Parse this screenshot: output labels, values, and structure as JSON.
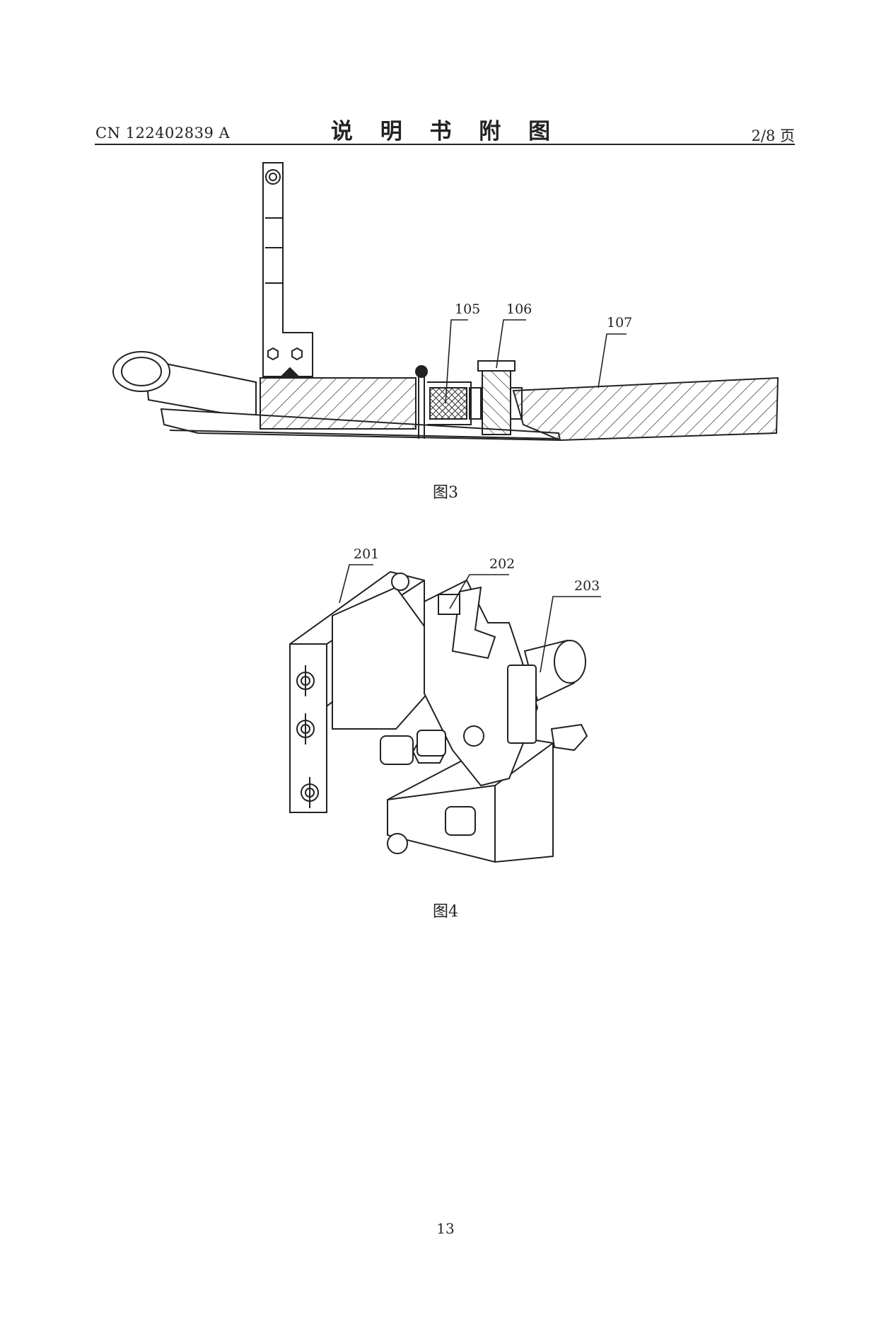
{
  "header": {
    "publication_number": "CN 122402839 A",
    "section_title": "说 明 书 附 图",
    "page_indicator": "2/8 页"
  },
  "figures": [
    {
      "caption": "图3",
      "reference_labels": [
        "105",
        "106",
        "107"
      ]
    },
    {
      "caption": "图4",
      "reference_labels": [
        "201",
        "202",
        "203"
      ]
    }
  ],
  "footer": {
    "page_number": "13"
  }
}
